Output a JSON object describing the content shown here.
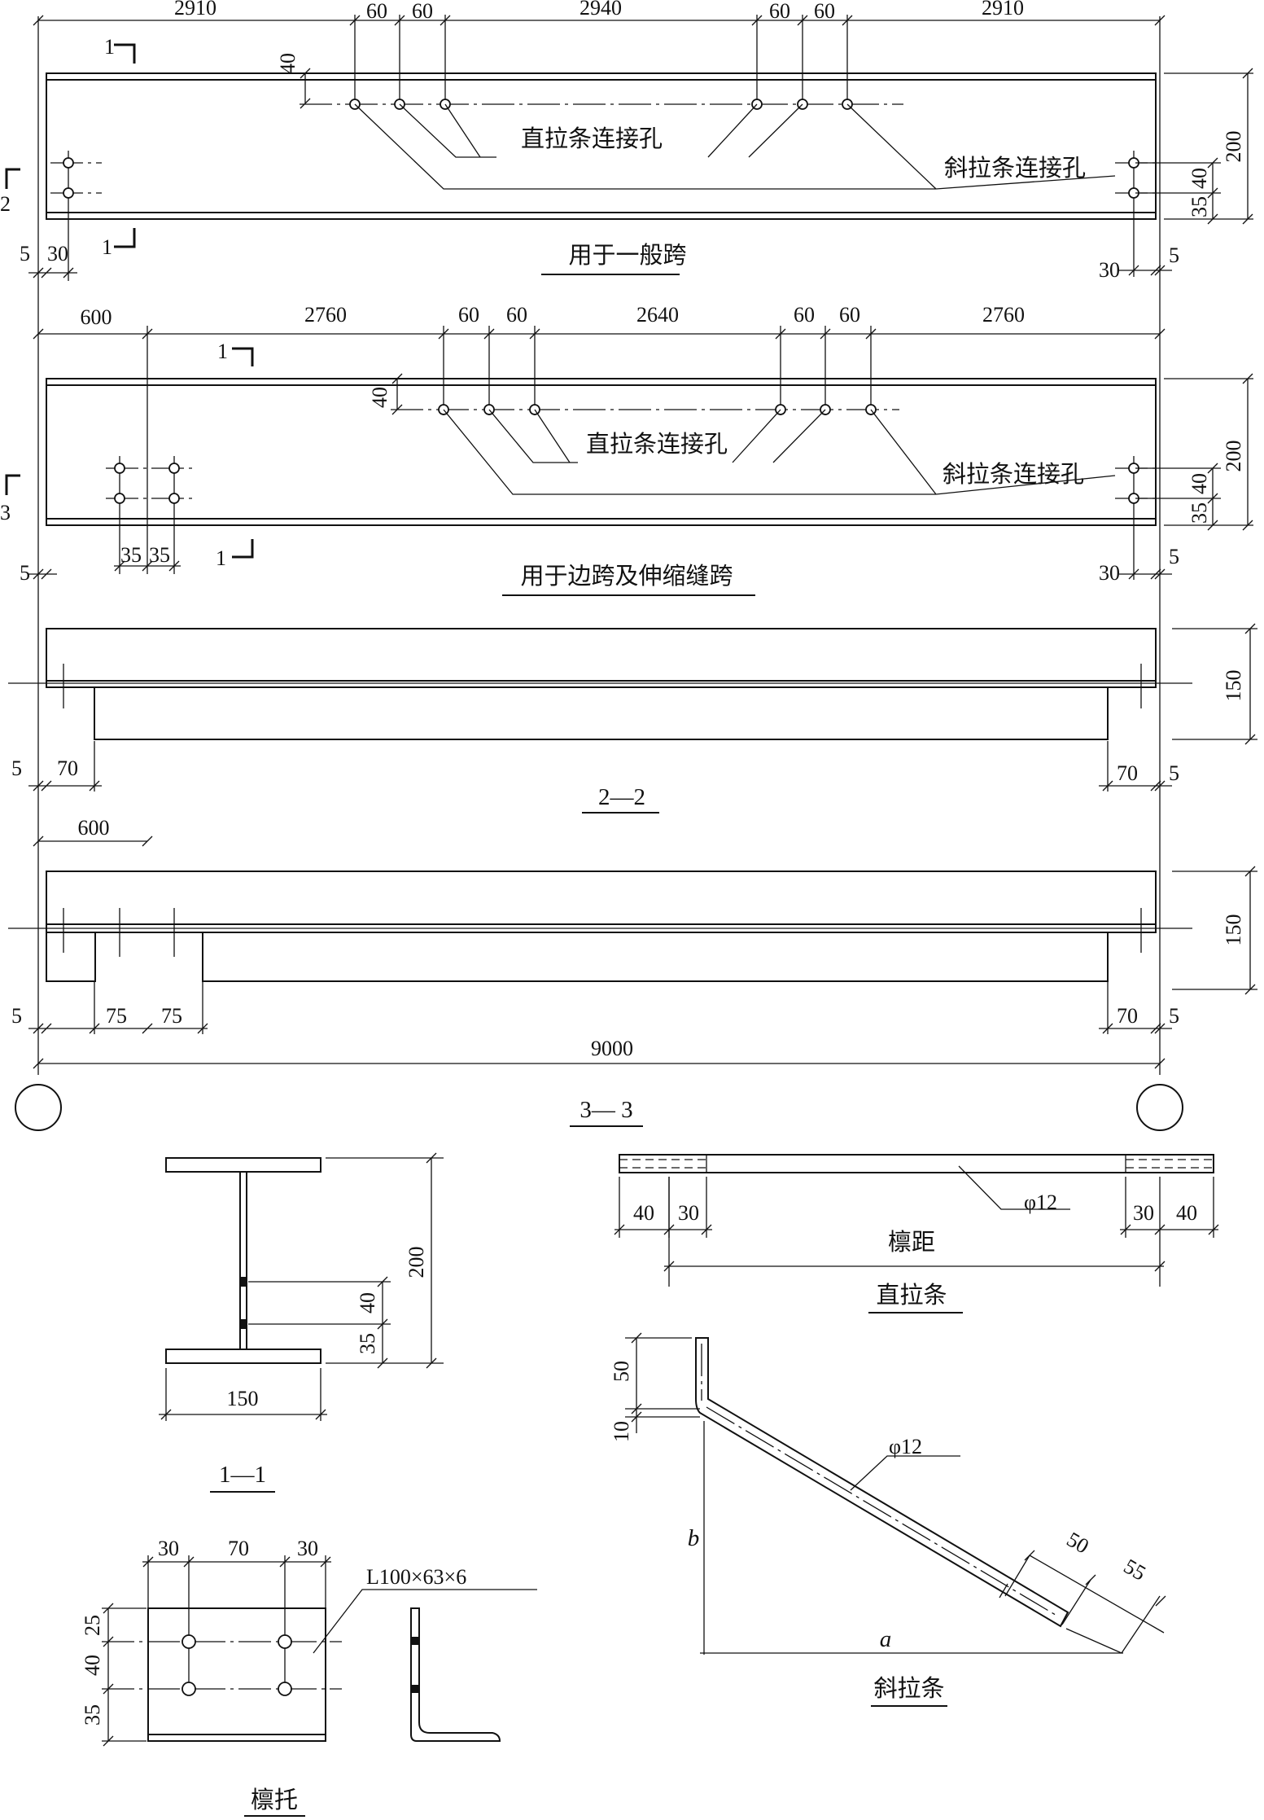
{
  "purlin_general": {
    "dims_top": [
      "2910",
      "60",
      "60",
      "2940",
      "60",
      "60",
      "2910"
    ],
    "dim_40": "40",
    "dim_200": "200",
    "dim_35": "35",
    "dim_40b": "40",
    "dim_5_left": "5",
    "dim_30_left": "30",
    "dim_30_right": "30",
    "dim_5_right": "5",
    "section_1": "1",
    "section_1b": "1",
    "section_2": "2",
    "label_straight_hole": "直拉条连接孔",
    "label_diag_hole": "斜拉条连接孔",
    "caption": "用于一般跨"
  },
  "purlin_edge": {
    "dims_top": [
      "600",
      "2760",
      "60",
      "60",
      "2640",
      "60",
      "60",
      "2760"
    ],
    "dim_40": "40",
    "dim_200": "200",
    "dim_35": "35",
    "dim_40b": "40",
    "dim_35a": "35",
    "dim_35b": "35",
    "dim_5_left": "5",
    "dim_30_right": "30",
    "dim_5_right": "5",
    "section_1": "1",
    "section_1b": "1",
    "section_3": "3",
    "label_straight_hole": "直拉条连接孔",
    "label_diag_hole": "斜拉条连接孔",
    "caption": "用于边跨及伸缩缝跨"
  },
  "section_2_2": {
    "dim_150": "150",
    "dim_5_left": "5",
    "dim_70_left": "70",
    "dim_70_right": "70",
    "dim_5_right": "5",
    "caption": "2—2"
  },
  "section_3_3": {
    "dim_600": "600",
    "dim_150": "150",
    "dim_5_left": "5",
    "dim_75a": "75",
    "dim_75b": "75",
    "dim_70_right": "70",
    "dim_5_right": "5",
    "dim_9000": "9000",
    "caption": "3— 3"
  },
  "section_1_1": {
    "dim_200": "200",
    "dim_40": "40",
    "dim_35": "35",
    "dim_150": "150",
    "caption": "1—1"
  },
  "straight_tie": {
    "dim_40_left": "40",
    "dim_30_left": "30",
    "dim_30_right": "30",
    "dim_40_right": "40",
    "diameter": "φ12",
    "spacing": "檩距",
    "caption": "直拉条"
  },
  "diagonal_tie": {
    "dim_50": "50",
    "dim_10": "10",
    "diameter": "φ12",
    "dim_50b": "50",
    "dim_55": "55",
    "label_b": "b",
    "label_a": "a",
    "caption": "斜拉条"
  },
  "purlin_bracket": {
    "dim_30a": "30",
    "dim_70": "70",
    "dim_30b": "30",
    "angle_spec": "L100×63×6",
    "dim_25": "25",
    "dim_40": "40",
    "dim_35": "35",
    "caption": "檩托"
  }
}
